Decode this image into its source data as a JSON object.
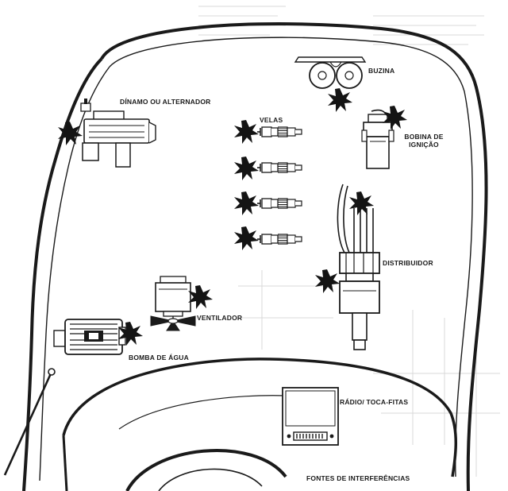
{
  "labels": {
    "dinamo": "DÍNAMO OU ALTERNADOR",
    "velas": "VELAS",
    "buzina": "BUZINA",
    "bobina_line1": "BOBINA DE",
    "bobina_line2": "IGNIÇÃO",
    "distribuidor": "DISTRIBUIDOR",
    "ventilador": "VENTILADOR",
    "bomba": "BOMBA DE ÁGUA",
    "radio": "RÁDIO/ TOCA-FITAS",
    "fontes": "FONTES DE INTERFERÊNCIAS"
  },
  "colors": {
    "ink": "#1a1a1a",
    "faint": "#cfcfcf",
    "background": "#ffffff"
  },
  "icons": [
    "car-body-outline",
    "horn-icon",
    "ignition-coil-icon",
    "distributor-icon",
    "spark-plug-icon",
    "generator-icon",
    "fan-icon",
    "water-pump-icon",
    "radio-icon",
    "steering-wheel-icon",
    "antenna-icon",
    "interference-burst-icon"
  ]
}
